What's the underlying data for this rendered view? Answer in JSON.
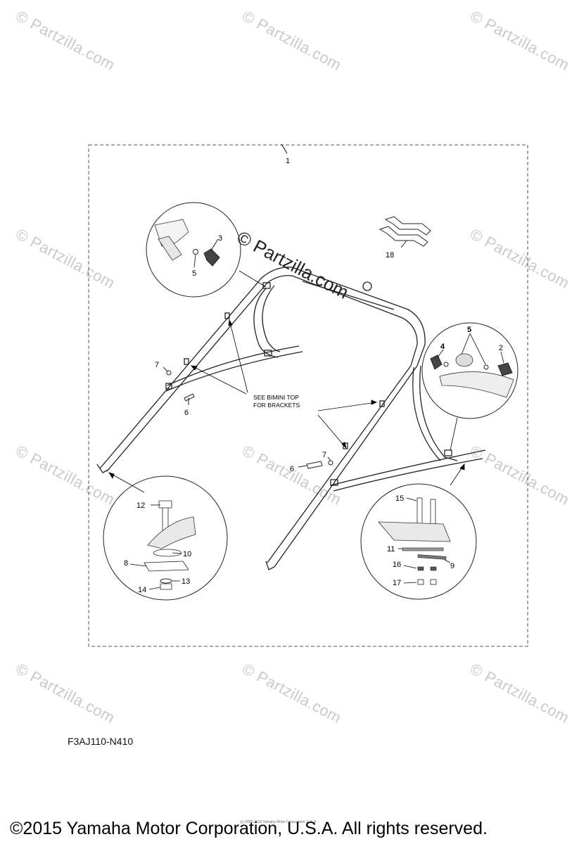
{
  "watermark": "© Partzilla.com",
  "center_watermark": "© Partzilla.com",
  "diagram_code": "F3AJ110-N410",
  "tiny_notice": "(c) 2005-2016 Yamaha Motor Corporation, U.S.A.",
  "copyright": "©2015 Yamaha Motor Corporation, U.S.A. All rights reserved.",
  "callouts": {
    "c1": "1",
    "c2": "2",
    "c3": "3",
    "c4": "4",
    "c5a": "5",
    "c5b": "5",
    "c6a": "6",
    "c6b": "6",
    "c7a": "7",
    "c7b": "7",
    "c8": "8",
    "c9": "9",
    "c10": "10",
    "c11": "11",
    "c12": "12",
    "c13": "13",
    "c14": "14",
    "c15": "15",
    "c16": "16",
    "c17": "17",
    "c18": "18"
  },
  "note_line1": "SEE BIMINI TOP",
  "note_line2": "FOR BRACKETS"
}
